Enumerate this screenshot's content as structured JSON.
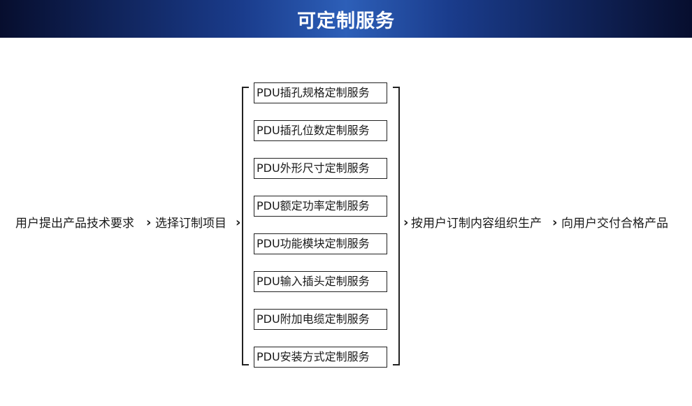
{
  "header": {
    "title": "可定制服务"
  },
  "flow": {
    "step1": "用户提出产品技术要求",
    "step2": "选择订制项目",
    "step3": "按用户订制内容组织生产",
    "step4": "向用户交付合格产品",
    "separator": "›"
  },
  "services": [
    "PDU插孔规格定制服务",
    "PDU插孔位数定制服务",
    "PDU外形尺寸定制服务",
    "PDU额定功率定制服务",
    "PDU功能模块定制服务",
    "PDU输入插头定制服务",
    "PDU附加电缆定制服务",
    "PDU安装方式定制服务"
  ]
}
